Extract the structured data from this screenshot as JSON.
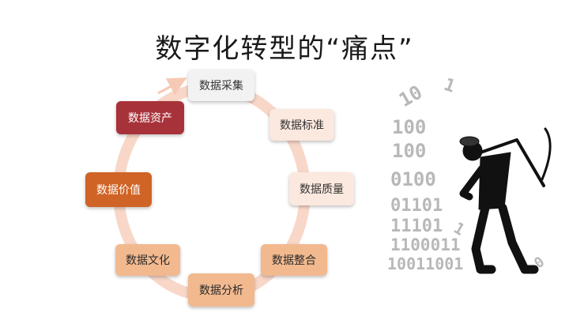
{
  "title": "数字化转型的“痛点”",
  "cycle_nodes": [
    {
      "label": "数据采集",
      "style": "grey"
    },
    {
      "label": "数据标准",
      "style": "pale"
    },
    {
      "label": "数据质量",
      "style": "pale"
    },
    {
      "label": "数据整合",
      "style": "salmon"
    },
    {
      "label": "数据分析",
      "style": "salmon"
    },
    {
      "label": "数据文化",
      "style": "salmon"
    },
    {
      "label": "数据价值",
      "style": "orange"
    },
    {
      "label": "数据资产",
      "style": "darkred"
    }
  ],
  "binary_art": {
    "rows": [
      "10",
      "100",
      "100",
      "0100",
      "01101",
      "11101",
      "1100011",
      "10011001"
    ],
    "icon": "miner-pickaxe-icon"
  },
  "colors": {
    "cycle_arrow": "#f8d7c9",
    "dark_red": "#a8323a",
    "orange": "#cf6426",
    "salmon": "#f2b98f",
    "pale": "#fbe8de",
    "grey": "#f2f2f2"
  }
}
